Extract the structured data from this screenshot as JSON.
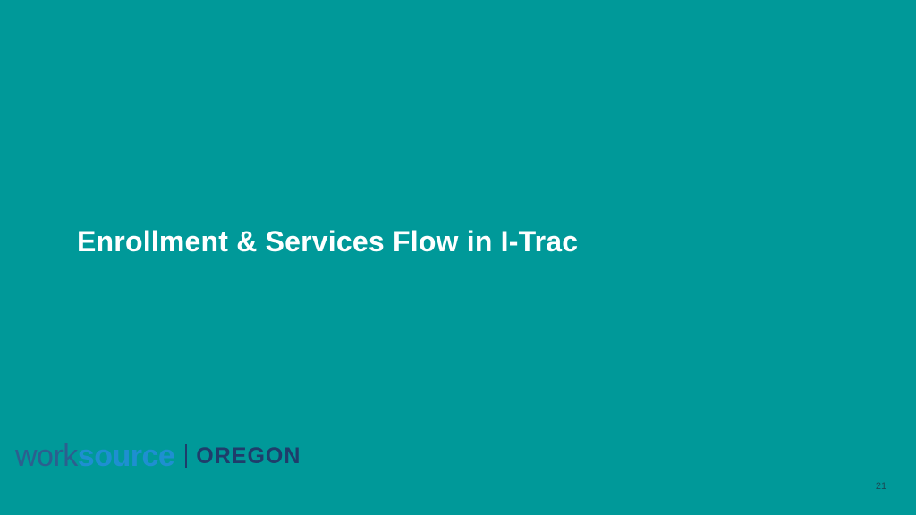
{
  "slide": {
    "title": "Enrollment & Services Flow in I-Trac",
    "page_number": "21",
    "background_color": "#009999"
  },
  "logo": {
    "work": "work",
    "source": "source",
    "divider": "|",
    "oregon": "OREGON",
    "colors": {
      "work": "#2c5f8f",
      "source": "#1e8fd1",
      "oregon": "#1f3d6b"
    }
  }
}
